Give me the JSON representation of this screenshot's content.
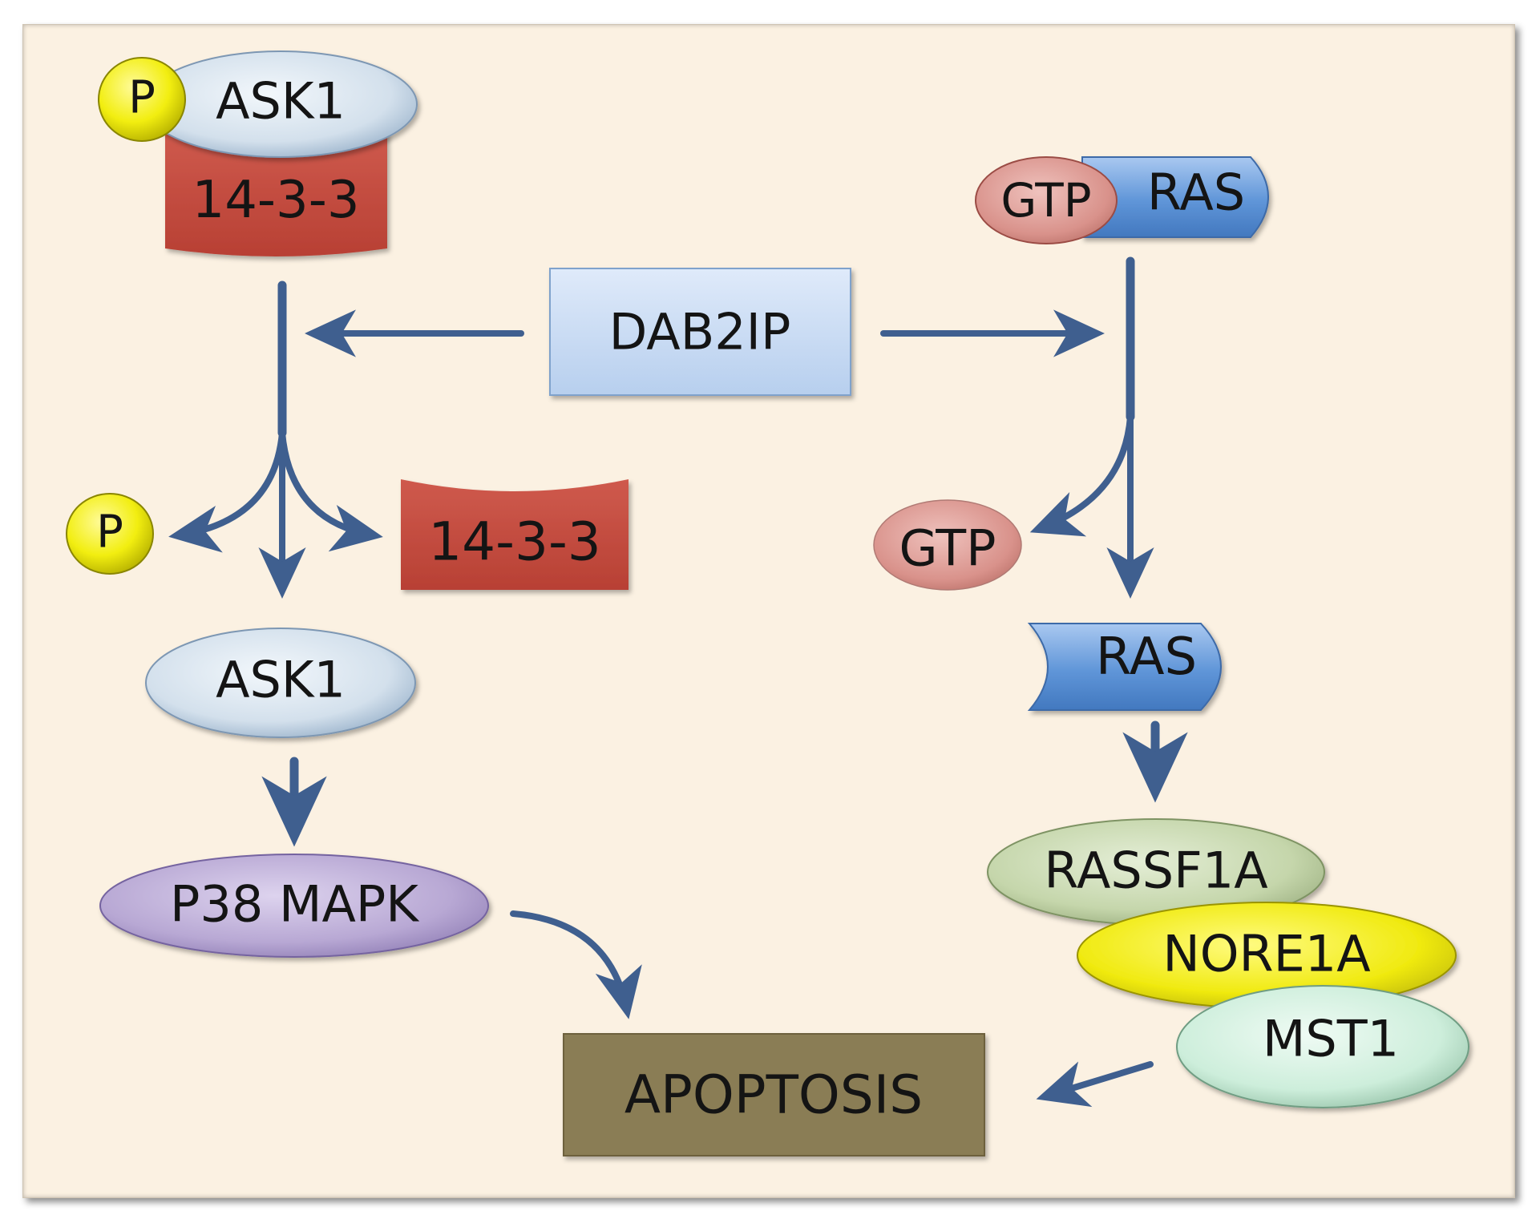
{
  "dab2ip": "DAB2IP",
  "ask1_complex": {
    "p": "P",
    "ask1": "ASK1",
    "p1433": "14-3-3"
  },
  "released": {
    "p": "P",
    "p1433": "14-3-3"
  },
  "ask1_free": "ASK1",
  "p38": "P38 MAPK",
  "apoptosis": "APOPTOSIS",
  "ras_gtp": {
    "gtp": "GTP",
    "ras": "RAS"
  },
  "gtp_released": "GTP",
  "ras_free": "RAS",
  "rassf1a": "RASSF1A",
  "nore1a": "NORE1A",
  "mst1": "MST1",
  "colors": {
    "background": "#fbf1e2",
    "arrow": "#3f5f8f",
    "protein_14_3_3": "#c04a3e",
    "phosphate": "#f2ee10",
    "ask1": "#d7e3ee",
    "ras": "#5b8fd0",
    "gtp": "#d9928b",
    "dab2ip": "#c8dcf3",
    "p38": "#b8a8d4",
    "rassf1a": "#c8d8b0",
    "nore1a": "#f0ea10",
    "mst1": "#cfeedd",
    "apoptosis": "#8a7d54"
  }
}
